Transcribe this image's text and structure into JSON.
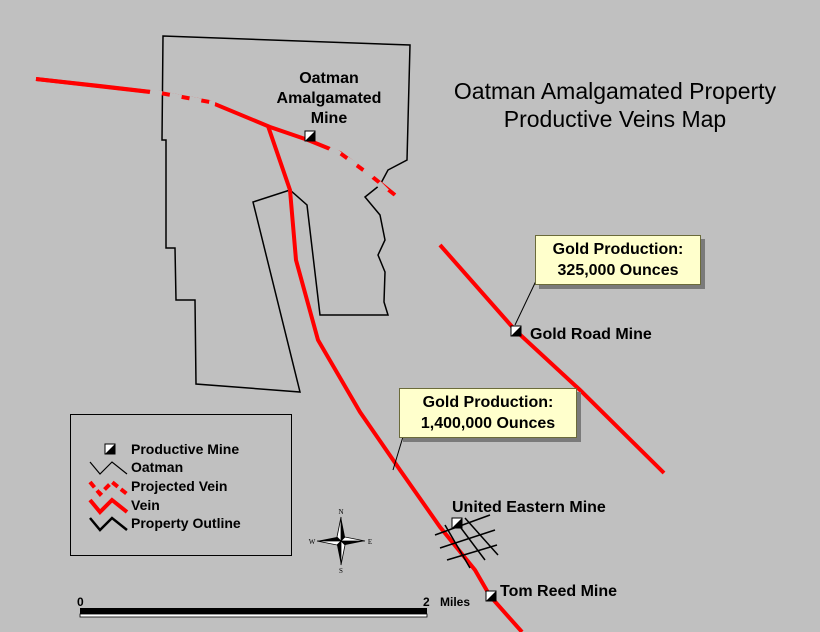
{
  "title": {
    "line1": "Oatman Amalgamated Property",
    "line2": "Productive Veins Map"
  },
  "mines": {
    "oatman_amalgamated": [
      "Oatman",
      "Amalgamated",
      "Mine"
    ],
    "gold_road": "Gold Road Mine",
    "united_eastern": "United Eastern Mine",
    "tom_reed": "Tom Reed Mine"
  },
  "callouts": {
    "gold_road": [
      "Gold Production:",
      "325,000 Ounces"
    ],
    "main_vein": [
      "Gold Production:",
      "1,400,000 Ounces"
    ]
  },
  "legend": {
    "productive_mine": "Productive Mine",
    "oatman": "Oatman",
    "projected_vein": "Projected Vein",
    "vein": "Vein",
    "property_outline": "Property Outline"
  },
  "compass": {
    "n": "N",
    "s": "S",
    "e": "E",
    "w": "W"
  },
  "scale": {
    "start": "0",
    "end": "2",
    "unit": "Miles"
  },
  "colors": {
    "background": "#c0c0c0",
    "vein": "#ff0000",
    "callout": "#ffffcc",
    "outline": "#000000"
  }
}
